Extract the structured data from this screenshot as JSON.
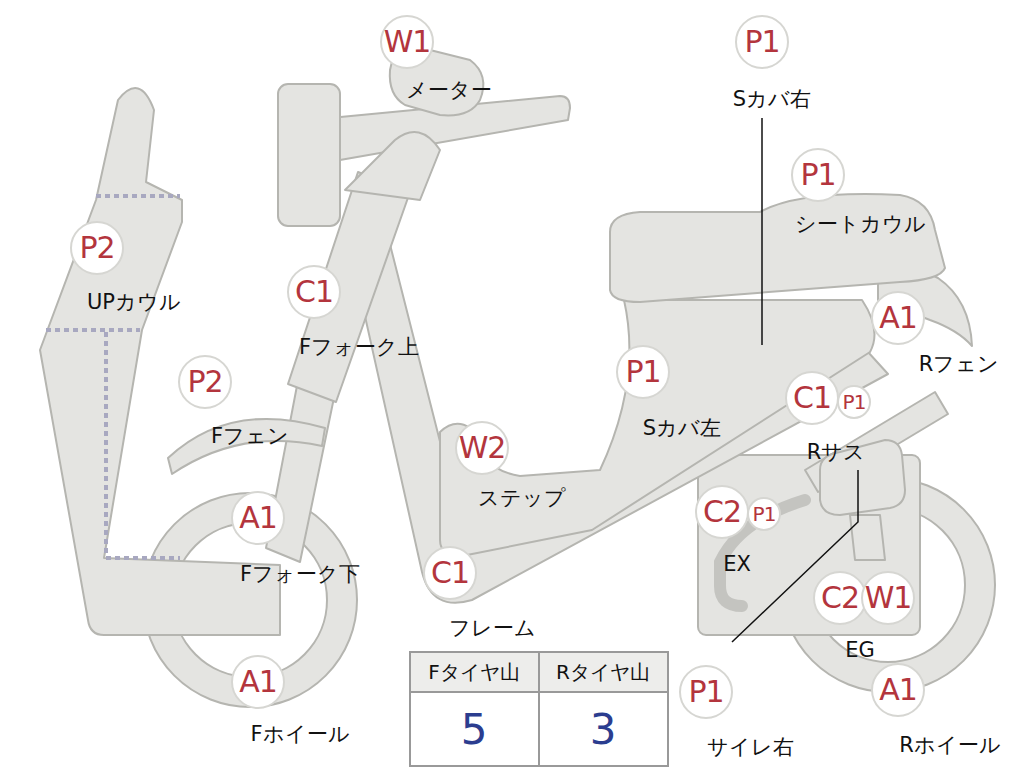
{
  "diagram": {
    "nodes": [
      {
        "text": [
          "W1",
          "メーター"
        ]
      },
      {
        "text": [
          "P1",
          "Sカバ右"
        ]
      },
      {
        "text": [
          "P1",
          "シートカウル"
        ]
      },
      {
        "text": [
          "P2",
          "UPカウル"
        ]
      },
      {
        "text": [
          "C1",
          "Fフォーク上"
        ]
      },
      {
        "text": [
          "A1",
          "Rフェン"
        ]
      },
      {
        "text": [
          "P2",
          "Fフェン"
        ]
      },
      {
        "text": [
          "P1",
          "Sカバ左"
        ]
      },
      {
        "text": [
          "C1",
          "Rサス"
        ]
      },
      {
        "text": [
          "P1"
        ]
      },
      {
        "text": [
          "W2",
          "ステップ"
        ]
      },
      {
        "text": [
          "A1",
          "Fフォーク下"
        ]
      },
      {
        "text": [
          "C2",
          "EX"
        ]
      },
      {
        "text": [
          "P1"
        ]
      },
      {
        "text": [
          "C1",
          "フレーム"
        ]
      },
      {
        "text": [
          "C2",
          "EG"
        ]
      },
      {
        "text": [
          "W1"
        ]
      },
      {
        "text": [
          "P1",
          "サイレ右"
        ]
      },
      {
        "text": [
          "A1",
          "Fホイール"
        ]
      },
      {
        "text": [
          "A1",
          "Rホイール"
        ]
      }
    ],
    "labels": [
      "Fタイヤ山",
      "Rタイヤ山",
      "5",
      "3"
    ]
  }
}
